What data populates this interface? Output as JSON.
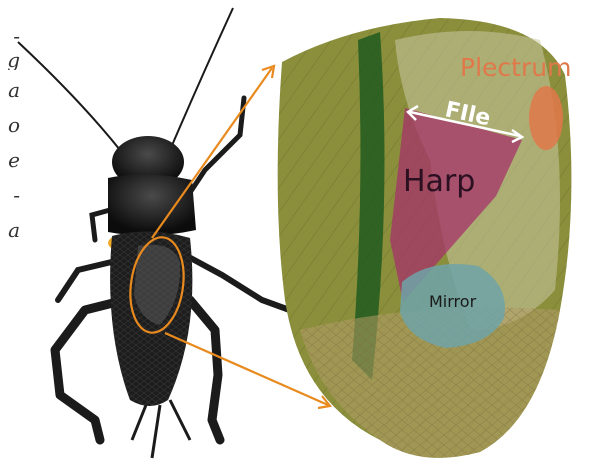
{
  "edge_text": [
    "-",
    "g",
    "a",
    "o",
    "e",
    "-",
    "a"
  ],
  "labels": {
    "plectrum": "Plectrum",
    "file": "FIle",
    "harp": "Harp",
    "mirror": "Mirror"
  },
  "colors": {
    "plectrum": "#e0784a",
    "file": "#ffffff",
    "harp": "#a5326a",
    "mirror": "#6fa3a8",
    "arrow": "#e88a1e",
    "wing": "#8a8a3a",
    "cricket": "#151515"
  }
}
